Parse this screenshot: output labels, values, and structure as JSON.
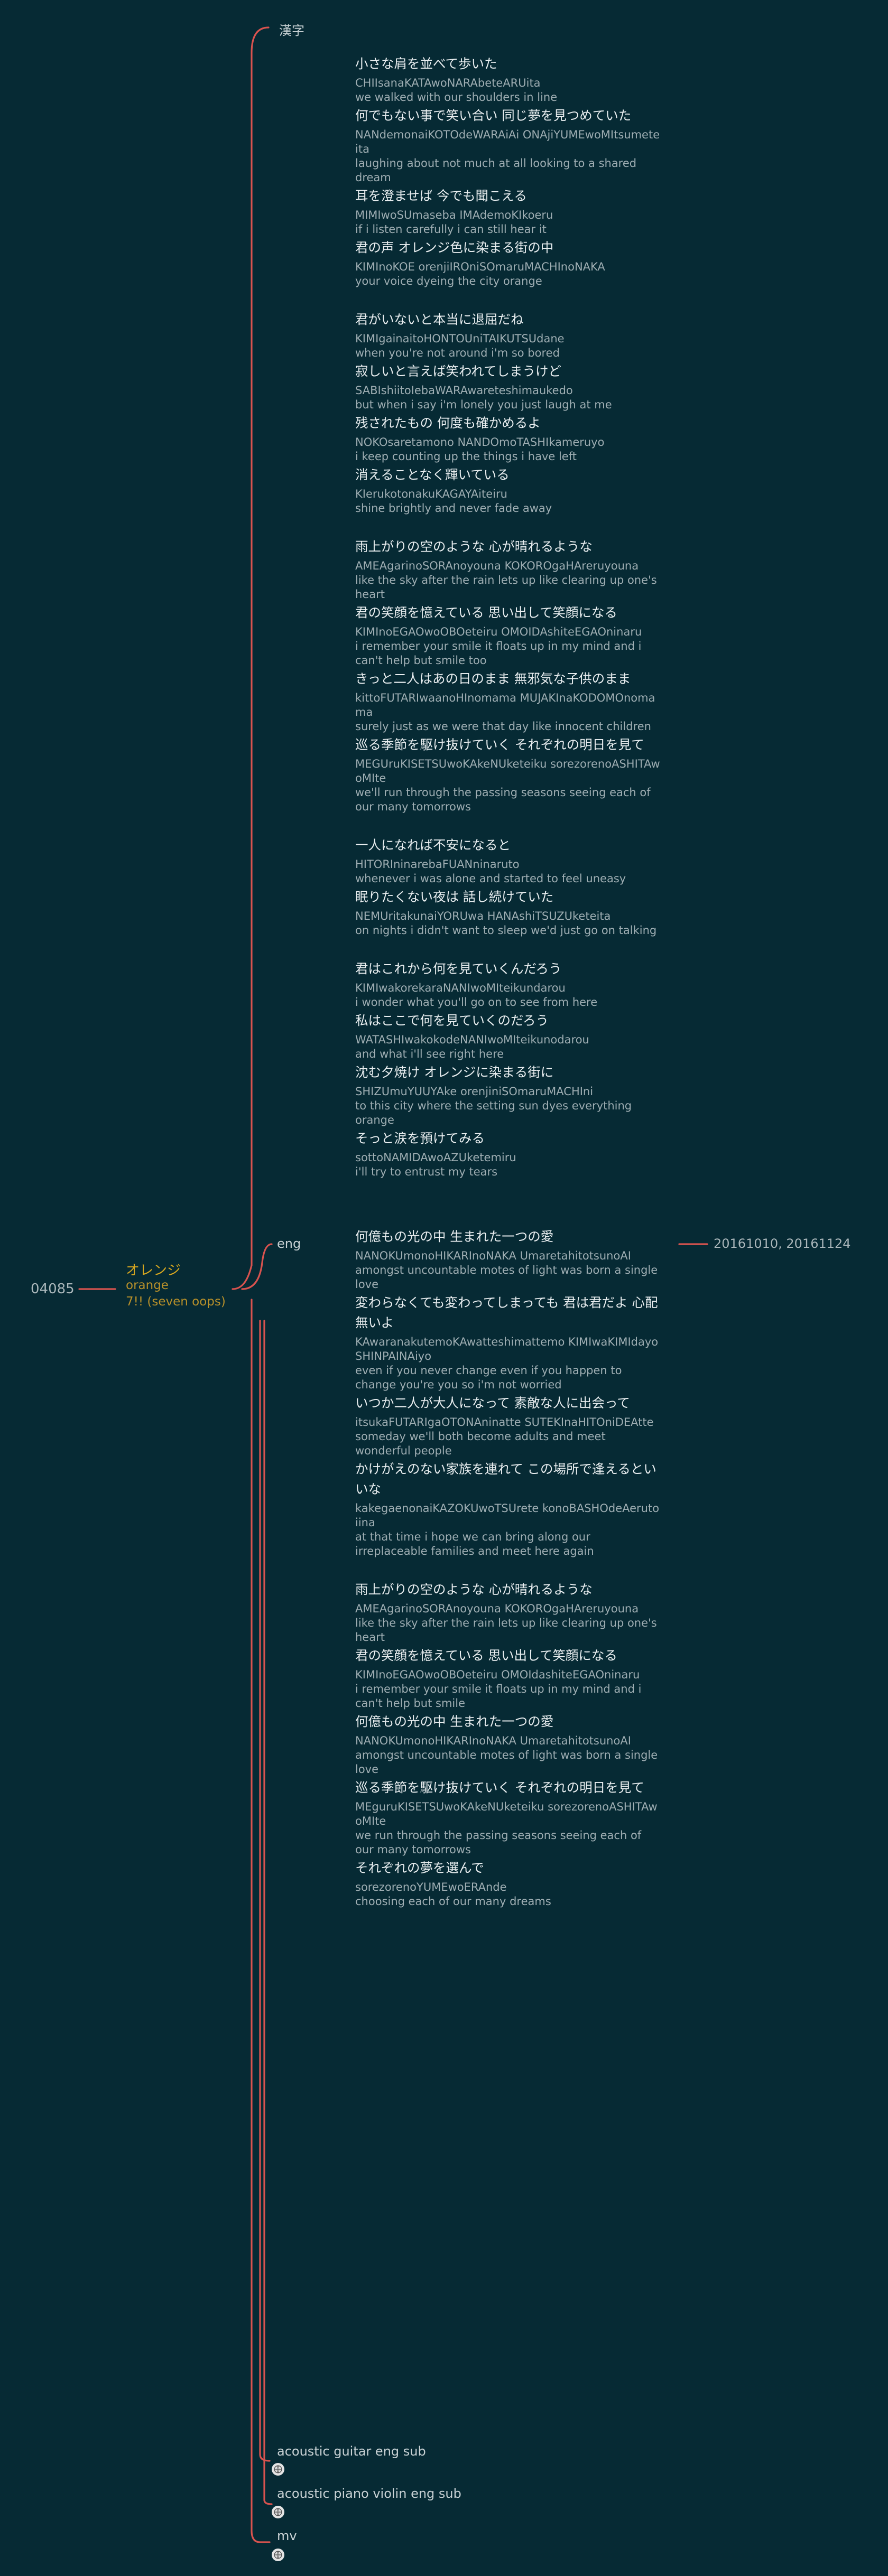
{
  "colors": {
    "background": "#062a34",
    "connector": "#d9534f",
    "accent": "#d4a520"
  },
  "root": {
    "label": "04085"
  },
  "song": {
    "title": "オレンジ",
    "subtitle_line1": "orange",
    "subtitle_line2": "7!! (seven oops)"
  },
  "branches": {
    "kanji": "漢字",
    "eng": "eng",
    "date": "20161010, 20161124"
  },
  "stanzas": [
    {
      "lines": [
        {
          "jp": "小さな肩を並べて歩いた",
          "ro": "CHIIsanaKATAwoNARAbeteARUita",
          "en": "we walked with our shoulders in line"
        },
        {
          "jp": "何でもない事で笑い合い 同じ夢を見つめていた",
          "ro": "NANdemonaiKOTOdeWARAiAi ONAjiYUMEwoMItsumeteita",
          "en": "laughing about not much at all looking to a shared dream"
        },
        {
          "jp": "耳を澄ませば 今でも聞こえる",
          "ro": "MIMIwoSUmaseba IMAdemoKIkoeru",
          "en": "if i listen carefully i can still hear it"
        },
        {
          "jp": "君の声 オレンジ色に染まる街の中",
          "ro": "KIMInoKOE orenjiIROniSOmaruMACHInoNAKA",
          "en": "your voice dyeing the city orange"
        }
      ]
    },
    {
      "lines": [
        {
          "jp": "君がいないと本当に退屈だね",
          "ro": "KIMIgainaitoHONTOUniTAIKUTSUdane",
          "en": "when you're not around i'm so bored"
        },
        {
          "jp": "寂しいと言えば笑われてしまうけど",
          "ro": "SABIshiitoIebaWARAwareteshimaukedo",
          "en": "but when i say i'm lonely you just laugh at me"
        },
        {
          "jp": "残されたもの 何度も確かめるよ",
          "ro": "NOKOsaretamono NANDOmoTASHIkameruyo",
          "en": "i keep counting up the things i have left"
        },
        {
          "jp": "消えることなく輝いている",
          "ro": "KIerukotonakuKAGAYAiteiru",
          "en": "shine brightly and never fade away"
        }
      ]
    },
    {
      "lines": [
        {
          "jp": "雨上がりの空のような 心が晴れるような",
          "ro": "AMEAgarinoSORAnoyouna KOKOROgaHAreruyouna",
          "en": "like the sky after the rain lets up like clearing up one's heart"
        },
        {
          "jp": "君の笑顔を憶えている 思い出して笑顔になる",
          "ro": "KIMInoEGAOwoOBOeteiru OMOIDAshiteEGAOninaru",
          "en": "i remember your smile it floats up in my mind and i can't help but smile too"
        },
        {
          "jp": "きっと二人はあの日のまま 無邪気な子供のまま",
          "ro": "kittoFUTARIwaanoHInomama MUJAKInaKODOMOnomama",
          "en": "surely just as we were that day like innocent children"
        },
        {
          "jp": "巡る季節を駆け抜けていく それぞれの明日を見て",
          "ro": "MEGUruKISETSUwoKAkeNUketeiku sorezorenoASHITAwoMIte",
          "en": "we'll run through the passing seasons seeing each of our many tomorrows"
        }
      ]
    },
    {
      "lines": [
        {
          "jp": "一人になれば不安になると",
          "ro": "HITORIninarebaFUANninaruto",
          "en": "whenever i was alone and started to feel uneasy"
        },
        {
          "jp": "眠りたくない夜は 話し続けていた",
          "ro": "NEMUritakunaiYORUwa HANAshiTSUZUketeita",
          "en": "on nights i didn't want to sleep we'd just go on talking"
        }
      ]
    },
    {
      "lines": [
        {
          "jp": "君はこれから何を見ていくんだろう",
          "ro": "KIMIwakorekaraNANIwoMIteikundarou",
          "en": "i wonder what you'll go on to see from here"
        },
        {
          "jp": "私はここで何を見ていくのだろう",
          "ro": "WATASHIwakokodeNANIwoMIteikunodarou",
          "en": "and what i'll see right here"
        },
        {
          "jp": "沈む夕焼け オレンジに染まる街に",
          "ro": "SHIZUmuYUUYAke orenjiniSOmaruMACHIni",
          "en": "to this city where the setting sun dyes everything orange"
        },
        {
          "jp": "そっと涙を預けてみる",
          "ro": "sottoNAMIDAwoAZUketemiru",
          "en": "i'll try to entrust my tears"
        }
      ]
    },
    {
      "lines": [
        {
          "jp": "何億もの光の中 生まれた一つの愛",
          "ro": "NANOKUmonoHIKARInoNAKA UmaretahitotsunoAI",
          "en": "amongst uncountable motes of light was born a single love"
        },
        {
          "jp": "変わらなくても変わってしまっても 君は君だよ 心配無いよ",
          "ro": "KAwaranakutemoKAwatteshimattemo KIMIwaKIMIdayo SHINPAINAiyo",
          "en": "even if you never change even if you happen to change you're you so i'm not worried"
        },
        {
          "jp": "いつか二人が大人になって 素敵な人に出会って",
          "ro": "itsukaFUTARIgaOTONAninatte SUTEKInaHITOniDEAtte",
          "en": "someday we'll both become adults and meet wonderful people"
        },
        {
          "jp": "かけがえのない家族を連れて この場所で逢えるといいな",
          "ro": "kakegaenonaiKAZOKUwoTSUrete konoBASHOdeAerutoiina",
          "en": "at that time i hope we can bring along our irreplaceable families and meet here again"
        }
      ]
    },
    {
      "lines": [
        {
          "jp": "雨上がりの空のような 心が晴れるような",
          "ro": "AMEAgarinoSORAnoyouna KOKOROgaHAreruyouna",
          "en": "like the sky after the rain lets up like clearing up one's heart"
        },
        {
          "jp": "君の笑顔を憶えている 思い出して笑顔になる",
          "ro": "KIMInoEGAOwoOBOeteiru OMOIdashiteEGAOninaru",
          "en": "i remember your smile it floats up in my mind and i can't help but smile"
        },
        {
          "jp": "何億もの光の中 生まれた一つの愛",
          "ro": "NANOKUmonoHIKARInoNAKA UmaretahitotsunoAI",
          "en": "amongst uncountable motes of light was born a single love"
        },
        {
          "jp": "巡る季節を駆け抜けていく それぞれの明日を見て",
          "ro": "MEguruKISETSUwoKAkeNUketeiku sorezorenoASHITAwoMIte",
          "en": "we run through the passing seasons seeing each of our many tomorrows"
        },
        {
          "jp": "それぞれの夢を選んで",
          "ro": "sorezorenoYUMEwoERAnde",
          "en": "choosing each of our many dreams"
        }
      ]
    }
  ],
  "sub_nodes": [
    {
      "label": "acoustic guitar eng sub",
      "icon": "link-icon"
    },
    {
      "label": "acoustic piano violin eng sub",
      "icon": "link-icon"
    },
    {
      "label": "mv",
      "icon": "link-icon"
    }
  ]
}
